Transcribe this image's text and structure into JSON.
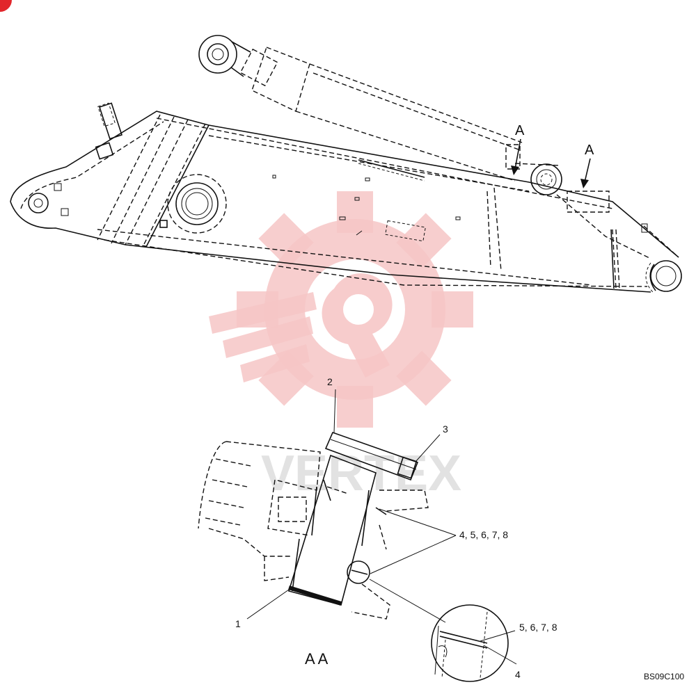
{
  "diagram": {
    "markers": {
      "view_arrow_left": "A",
      "view_arrow_right": "A"
    },
    "section_title": "AA",
    "callouts": {
      "c1": "1",
      "c2": "2",
      "c3": "3",
      "c4": "4, 5, 6, 7, 8",
      "c5": "5, 6, 7, 8",
      "c6": "4"
    },
    "drawing_code": "BS09C100",
    "watermark_text": "VERTEX",
    "colors": {
      "line": "#111111",
      "watermark": "#f6c6c6",
      "corner_badge": "#e2262b"
    }
  }
}
